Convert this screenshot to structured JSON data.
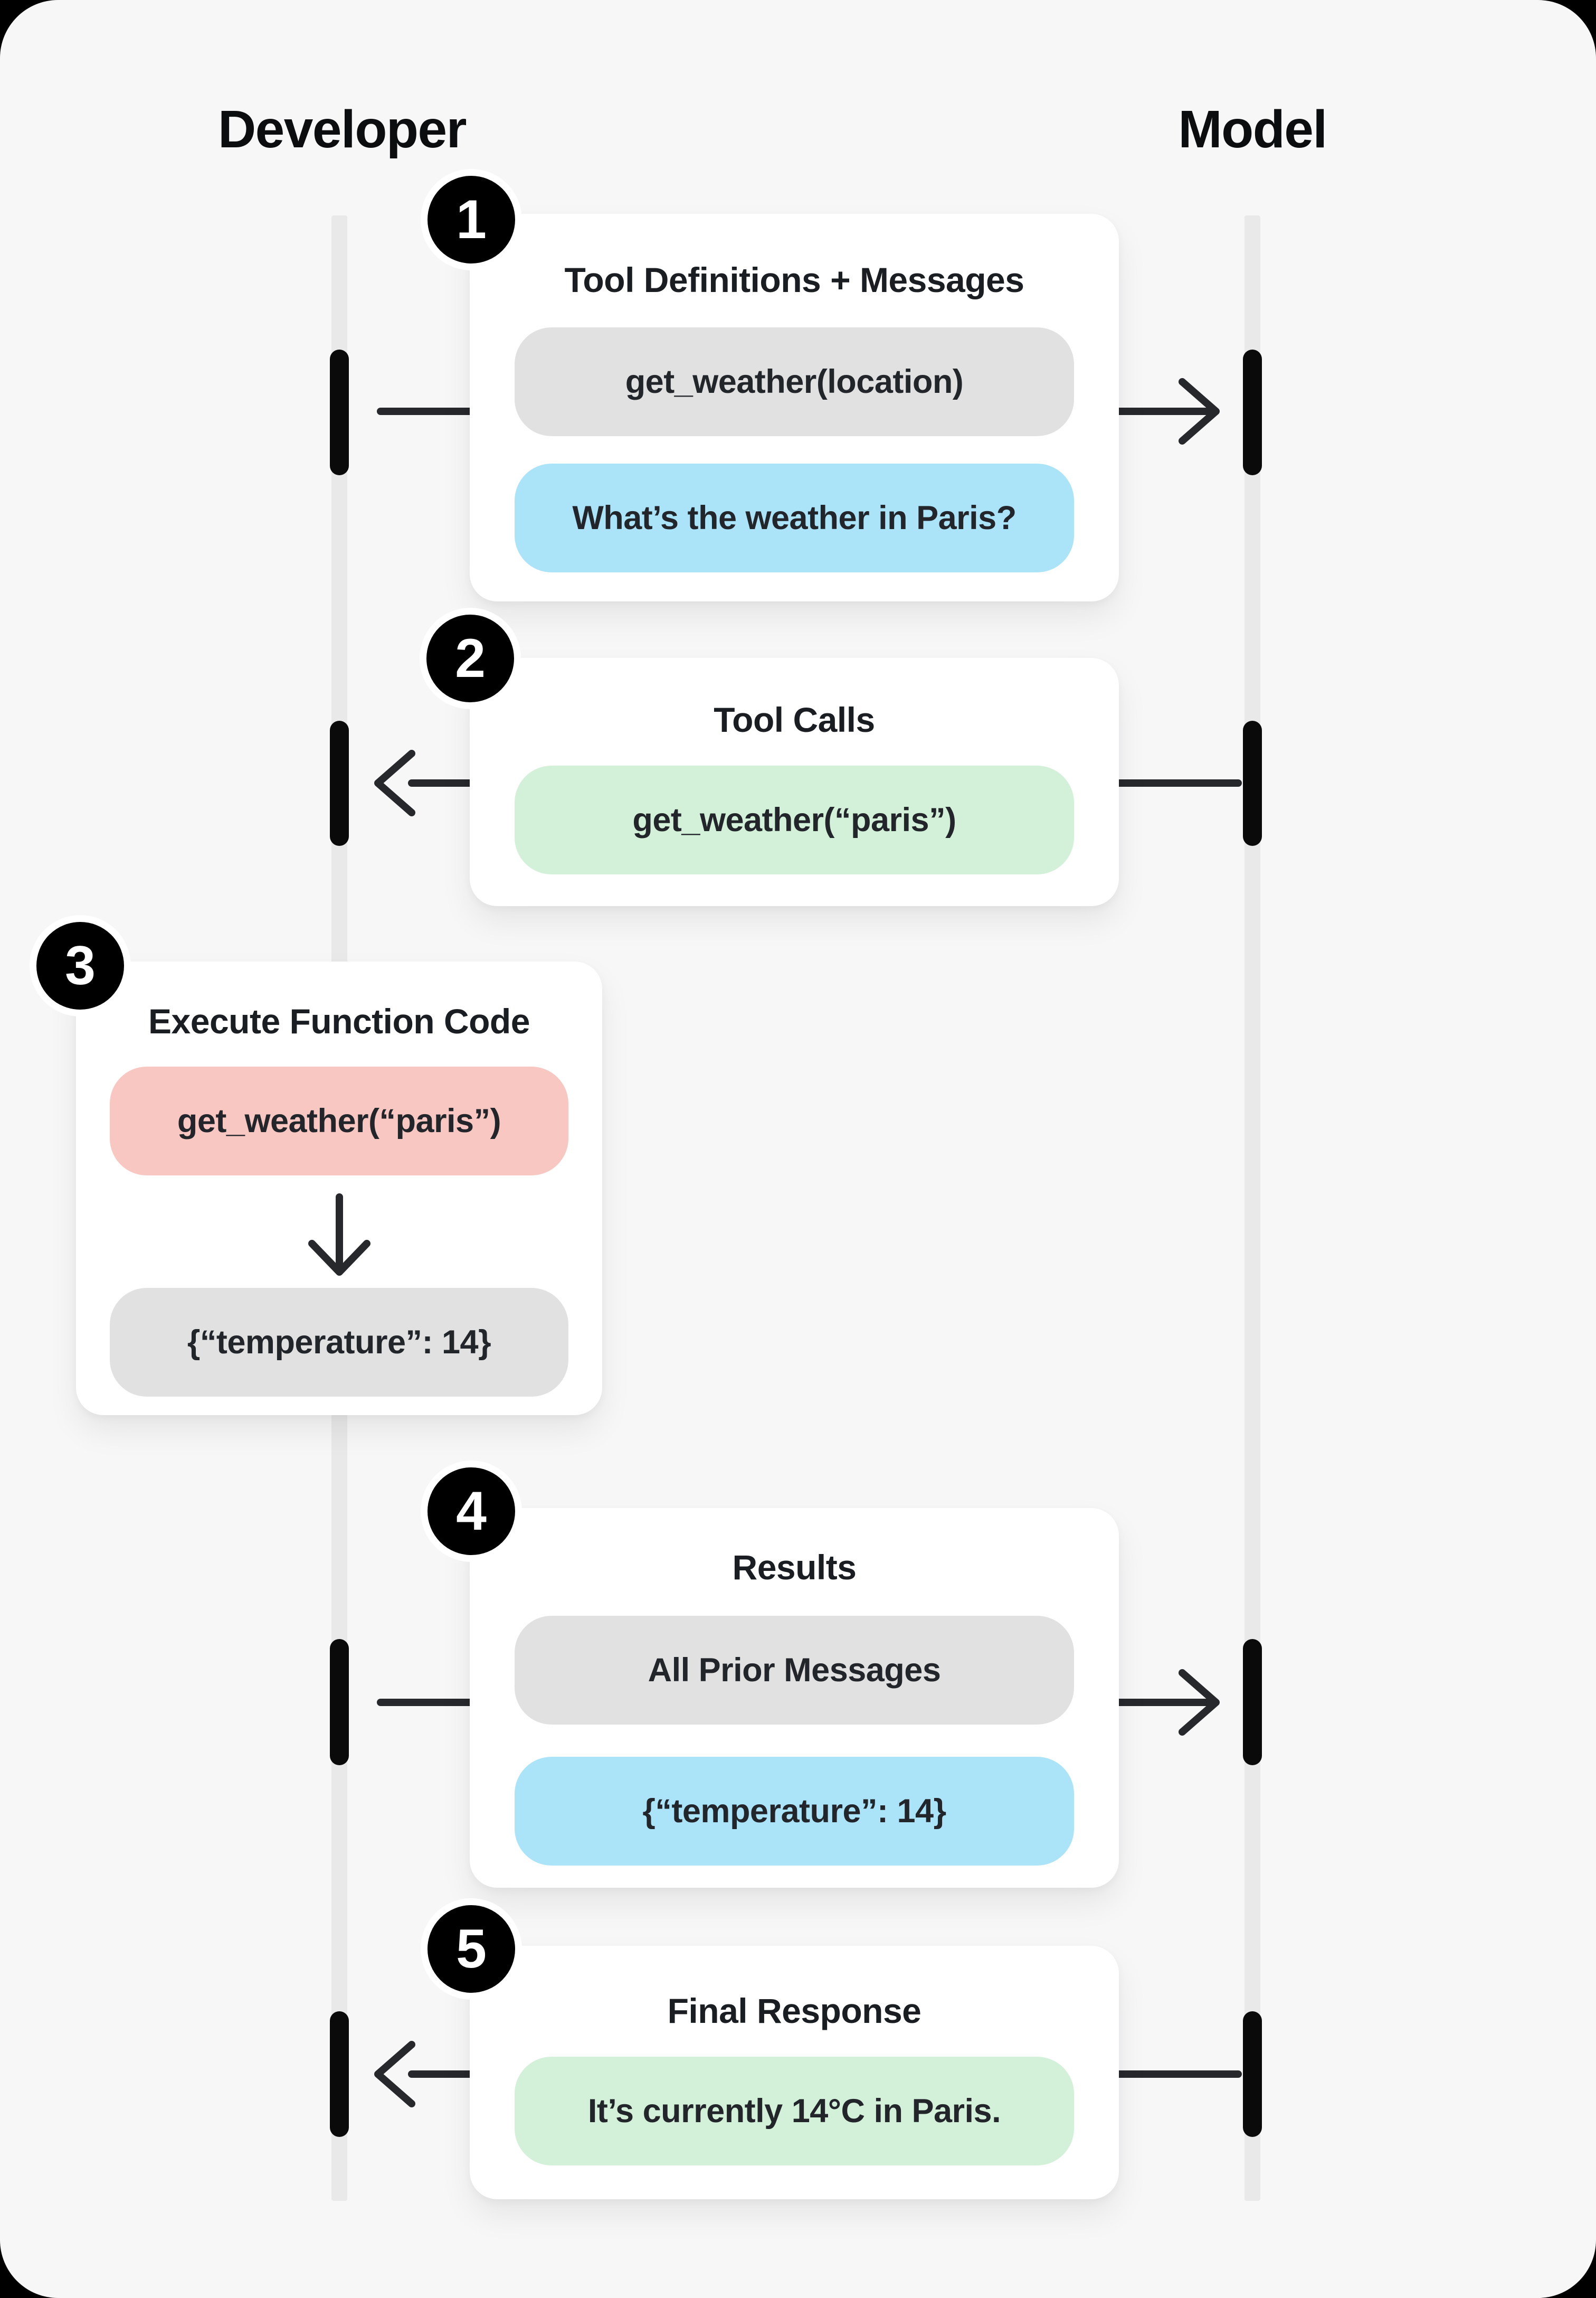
{
  "colors": {
    "page_bg": "#000000",
    "panel_bg": "#f7f7f8",
    "card_bg": "#ffffff",
    "lifeline": "#e9e9e9",
    "activation_bar": "#0a0a0a",
    "arrow": "#26282c",
    "pill_gray": "#e1e1e1",
    "pill_blue": "#abe3f9",
    "pill_green": "#d3f0d8",
    "pill_pink": "#f9c7c1",
    "badge_bg": "#000000",
    "badge_text": "#ffffff"
  },
  "actors": [
    {
      "label": "Developer"
    },
    {
      "label": "Model"
    }
  ],
  "steps": [
    {
      "number": "1",
      "title": "Tool Definitions + Messages",
      "direction": "developer-to-model",
      "pills": [
        {
          "style": "gray",
          "text": "get_weather(location)"
        },
        {
          "style": "blue",
          "text": "What’s the weather in Paris?"
        }
      ]
    },
    {
      "number": "2",
      "title": "Tool Calls",
      "direction": "model-to-developer",
      "pills": [
        {
          "style": "green",
          "text": "get_weather(“paris”)"
        }
      ]
    },
    {
      "number": "3",
      "title": "Execute Function Code",
      "direction": "developer-internal",
      "pills": [
        {
          "style": "pink",
          "text": "get_weather(“paris”)"
        },
        {
          "style": "gray",
          "text": "{“temperature”: 14}"
        }
      ]
    },
    {
      "number": "4",
      "title": "Results",
      "direction": "developer-to-model",
      "pills": [
        {
          "style": "gray",
          "text": "All Prior Messages"
        },
        {
          "style": "blue",
          "text": "{“temperature”: 14}"
        }
      ]
    },
    {
      "number": "5",
      "title": "Final Response",
      "direction": "model-to-developer",
      "pills": [
        {
          "style": "green",
          "text": "It’s currently 14°C in Paris."
        }
      ]
    }
  ]
}
